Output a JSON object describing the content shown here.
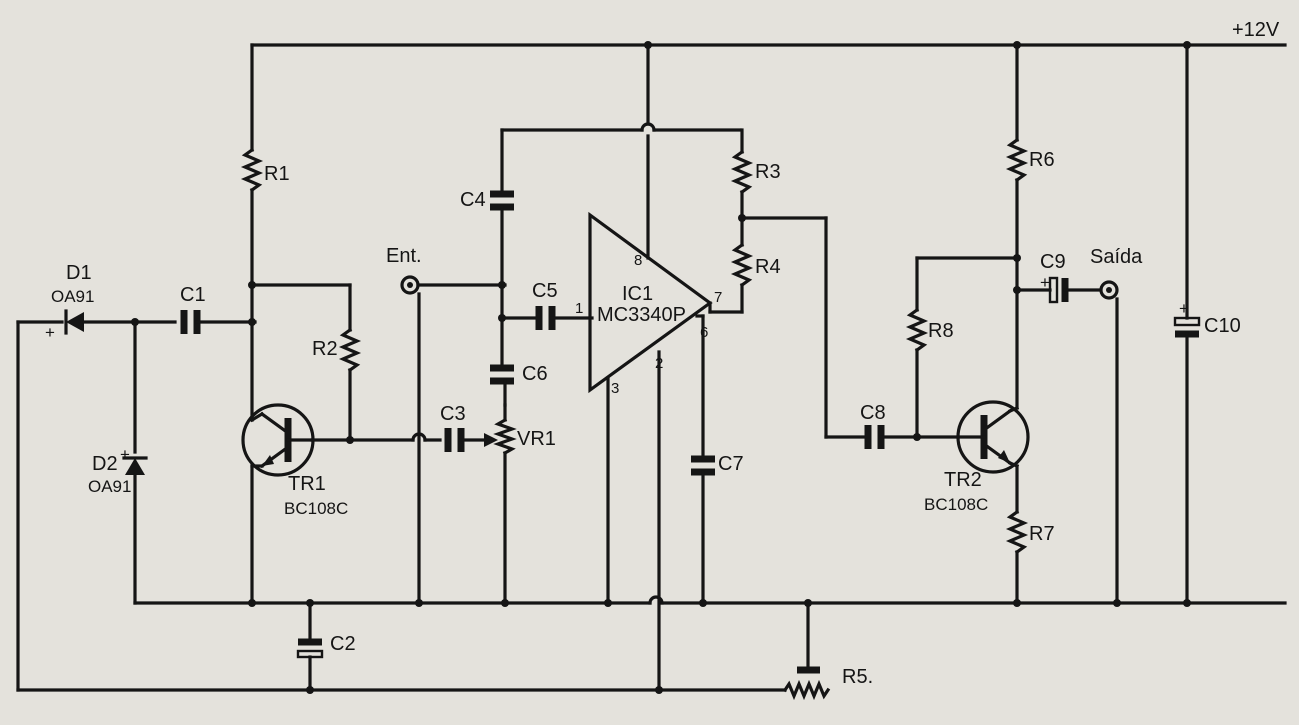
{
  "supply": {
    "label": "+12V"
  },
  "io": {
    "input": "Ent.",
    "output": "Saída"
  },
  "resistors": {
    "r1": "R1",
    "r2": "R2",
    "r3": "R3",
    "r4": "R4",
    "r5": "R5.",
    "r6": "R6",
    "r7": "R7",
    "r8": "R8",
    "vr1": "VR1"
  },
  "capacitors": {
    "c1": "C1",
    "c2": "C2",
    "c3": "C3",
    "c4": "C4",
    "c5": "C5",
    "c6": "C6",
    "c7": "C7",
    "c8": "C8",
    "c9": "C9",
    "c10": "C10"
  },
  "diodes": {
    "d1": {
      "ref": "D1",
      "part": "OA91"
    },
    "d2": {
      "ref": "D2",
      "part": "OA91"
    }
  },
  "transistors": {
    "tr1": {
      "ref": "TR1",
      "part": "BC108C"
    },
    "tr2": {
      "ref": "TR2",
      "part": "BC108C"
    }
  },
  "ic": {
    "ref": "IC1",
    "part": "MC3340P",
    "pins": {
      "p1": "1",
      "p2": "2",
      "p3": "3",
      "p6": "6",
      "p7": "7",
      "p8": "8"
    }
  },
  "polarity": {
    "plus": "+"
  }
}
